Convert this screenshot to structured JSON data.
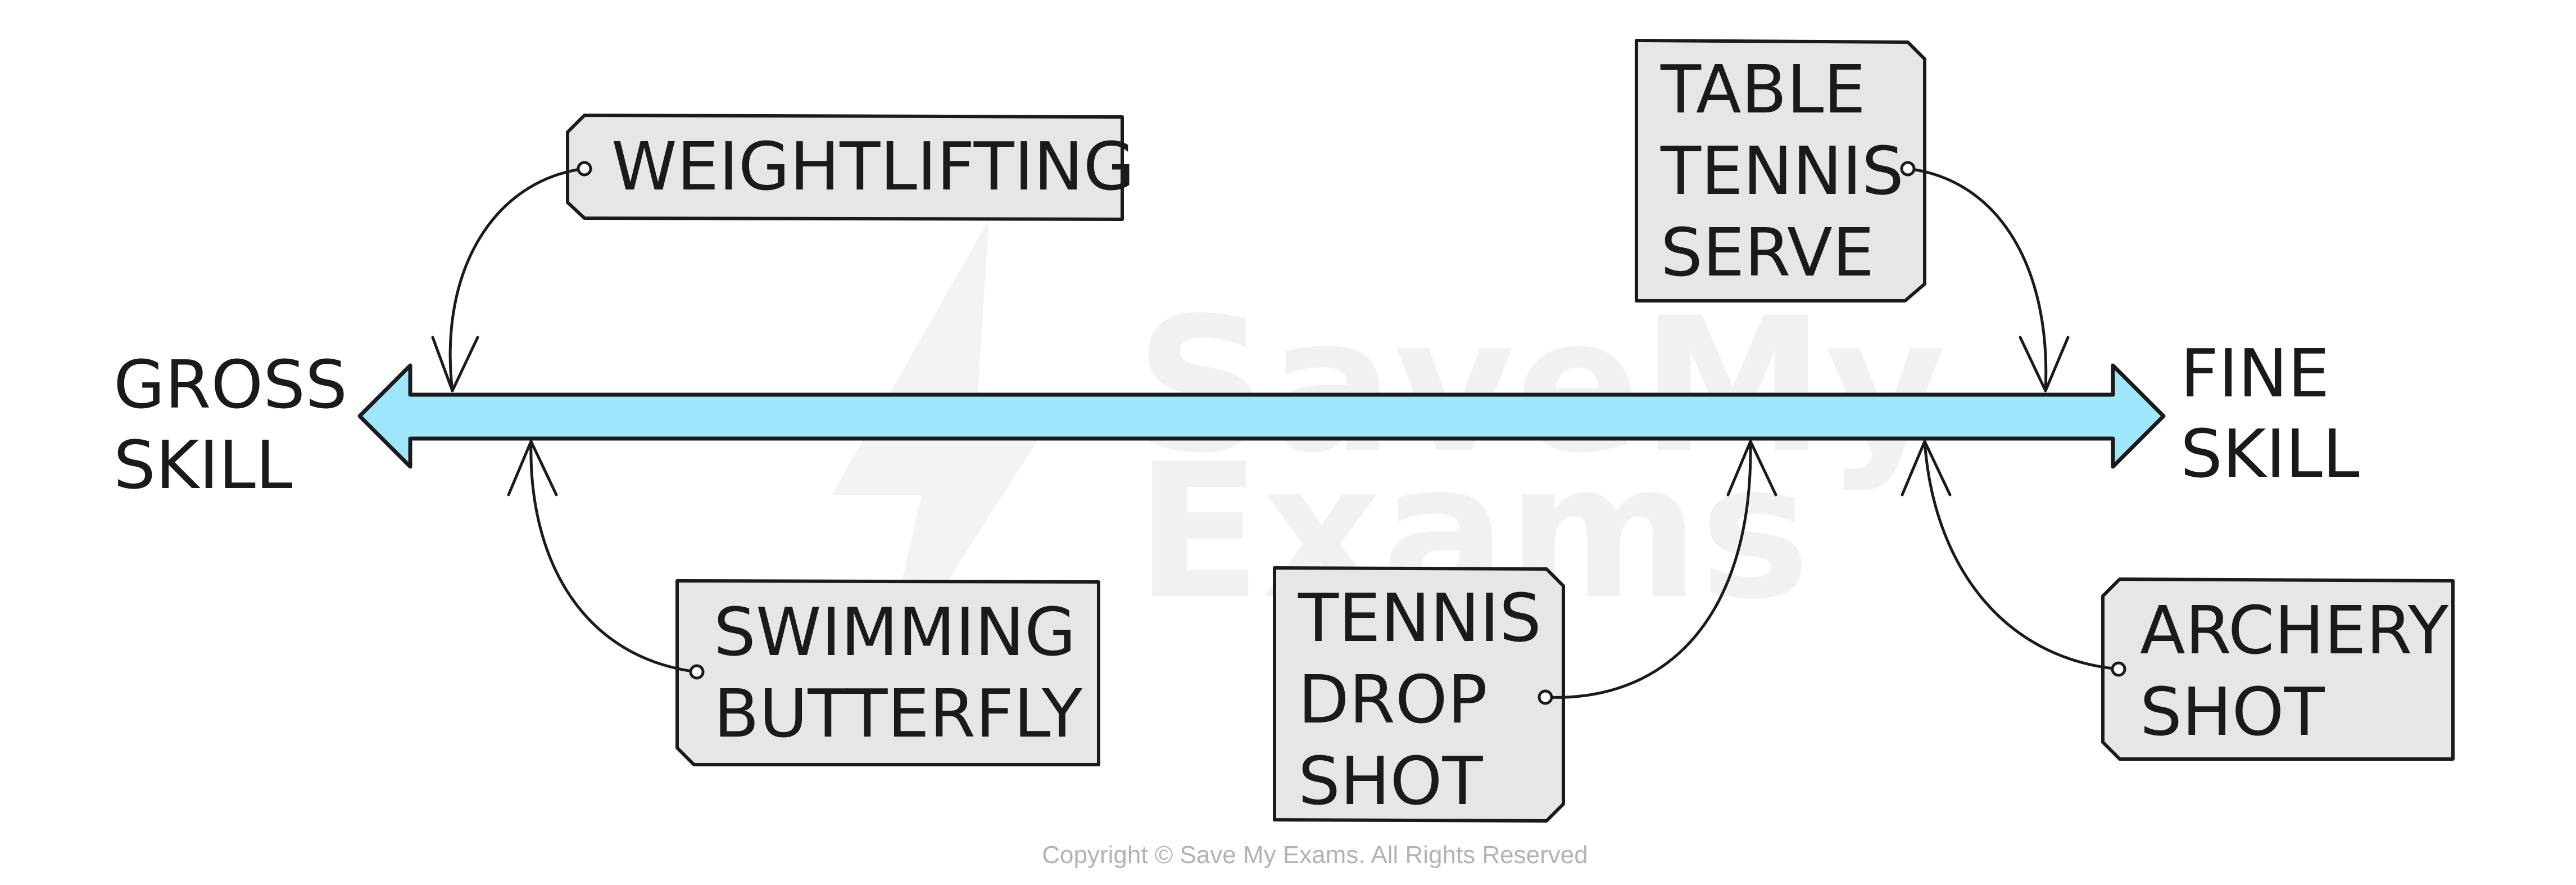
{
  "diagram": {
    "left_end": {
      "lines": [
        "GROSS",
        "SKILL"
      ]
    },
    "right_end": {
      "lines": [
        "FINE",
        "SKILL"
      ]
    },
    "continuum_color": "#9ee6fa",
    "box_fill": "#e6e6e6",
    "examples": [
      {
        "id": "weightlifting",
        "lines": [
          "WEIGHTLIFTING"
        ]
      },
      {
        "id": "table-tennis-serve",
        "lines": [
          "TABLE",
          "TENNIS",
          "SERVE"
        ]
      },
      {
        "id": "swimming-butterfly",
        "lines": [
          "SWIMMING",
          "BUTTERFLY"
        ]
      },
      {
        "id": "tennis-drop-shot",
        "lines": [
          "TENNIS",
          "DROP",
          "SHOT"
        ]
      },
      {
        "id": "archery-shot",
        "lines": [
          "ARCHERY",
          "SHOT"
        ]
      }
    ]
  },
  "watermark": {
    "line1": "SaveMy",
    "line2": "Exams"
  },
  "footer": {
    "copyright": "Copyright © Save My Exams. All Rights Reserved"
  }
}
